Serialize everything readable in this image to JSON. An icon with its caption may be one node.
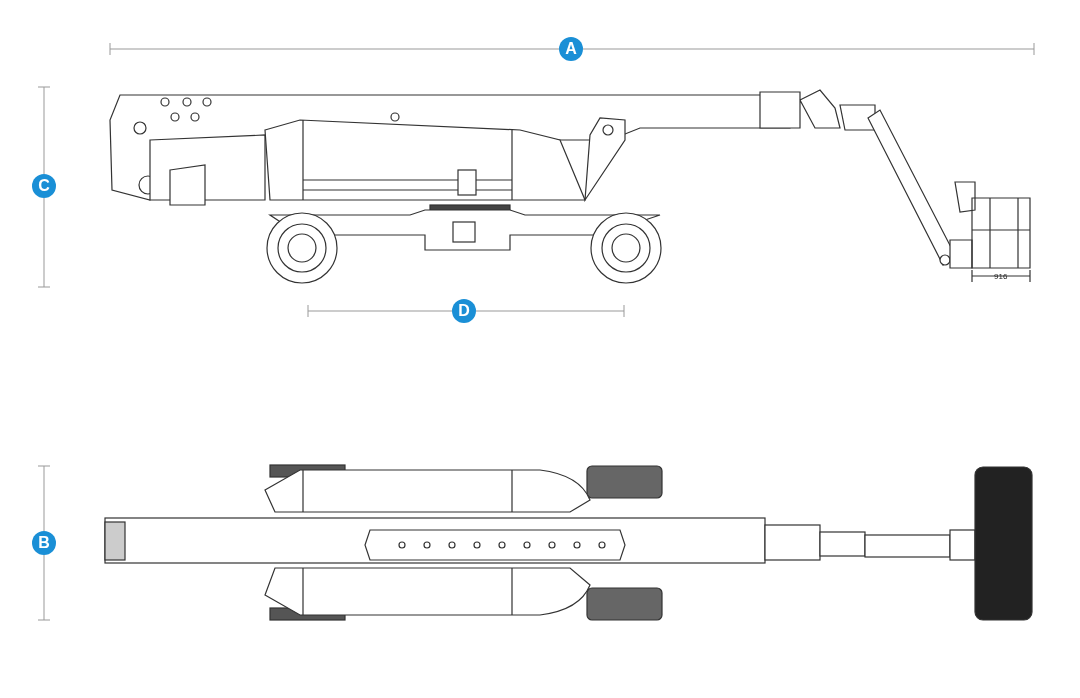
{
  "diagram": {
    "labels": [
      "A",
      "C",
      "916",
      "D",
      "B"
    ]
  }
}
